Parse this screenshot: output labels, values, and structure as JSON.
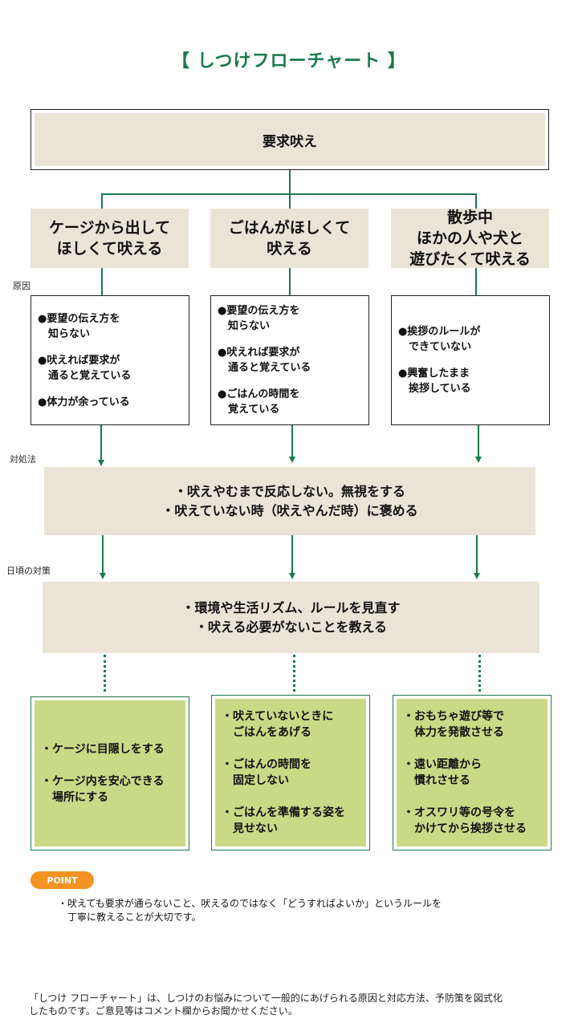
{
  "title": "【 しつけフローチャート 】",
  "top": "要求吠え",
  "categories": [
    "ケージから出して\nほしくて吠える",
    "ごはんがほしくて\n吠える",
    "散歩中\nほかの人や犬と\n遊びたくて吠える"
  ],
  "labels": {
    "cause": "原因",
    "action": "対処法",
    "daily": "日頃の対策"
  },
  "causes": [
    [
      "●要望の伝え方を\n　知らない",
      "●吠えれば要求が\n　通ると覚えている",
      "●体力が余っている"
    ],
    [
      "●要望の伝え方を\n　知らない",
      "●吠えれば要求が\n　通ると覚えている",
      "●ごはんの時間を\n　覚えている"
    ],
    [
      "●挨拶のルールが\n　できていない",
      "●興奮したまま\n　挨拶している"
    ]
  ],
  "action": [
    "・吠えやむまで反応しない。無視をする",
    "・吠えていない時（吠えやんだ時）に褒める"
  ],
  "daily": [
    "・環境や生活リズム、ルールを見直す",
    "・吠える必要がないことを教える"
  ],
  "tips": [
    [
      "・ケージに目隠しをする",
      "・ケージ内を安心できる\n　場所にする"
    ],
    [
      "・吠えていないときに\n　ごはんをあげる",
      "・ごはんの時間を\n　固定しない",
      "・ごはんを準備する姿を\n　見せない"
    ],
    [
      "・おもちゃ遊び等で\n　体力を発散させる",
      "・遠い距離から\n　慣れさせる",
      "・オスワリ等の号令を\n　かけてから挨拶させる"
    ]
  ],
  "point_label": "POINT",
  "point_text": "・吠えても要求が通らないこと、吠えるのではなく「どうすればよいか」というルールを\n　丁寧に教えることが大切です。",
  "footer": "「しつけ フローチャート」は、しつけのお悩みについて一般的にあげられる原因と対応方法、予防策を図式化\nしたものです。ご意見等はコメント欄からお聞かせください。",
  "colors": {
    "accent": "#1a7a4c",
    "beige": "#e9e4d6",
    "green": "#c9d985",
    "orange": "#f29322"
  }
}
